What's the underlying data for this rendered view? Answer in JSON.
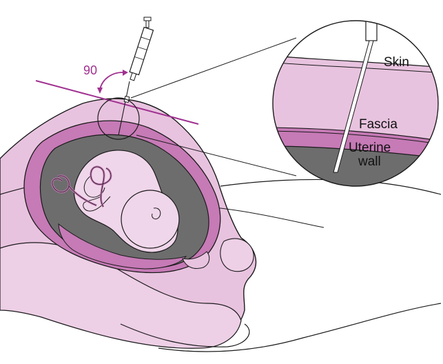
{
  "labels": {
    "angle": "90",
    "skin": "Skin",
    "fascia": "Fascia",
    "uterine_line1": "Uterine",
    "uterine_line2": "wall"
  },
  "colors": {
    "skin_pink": "#e8c3df",
    "uterine_magenta": "#c67ab6",
    "amniotic_gray": "#6d6d6d",
    "fetus_pink": "#f0d6ea",
    "guide_line": "#a03090",
    "outline": "#1a1a1a"
  },
  "icons": {
    "syringe": "syringe-icon",
    "angle_arrow": "curved-double-arrow-icon",
    "magnifier": "magnifier-circle-icon"
  }
}
